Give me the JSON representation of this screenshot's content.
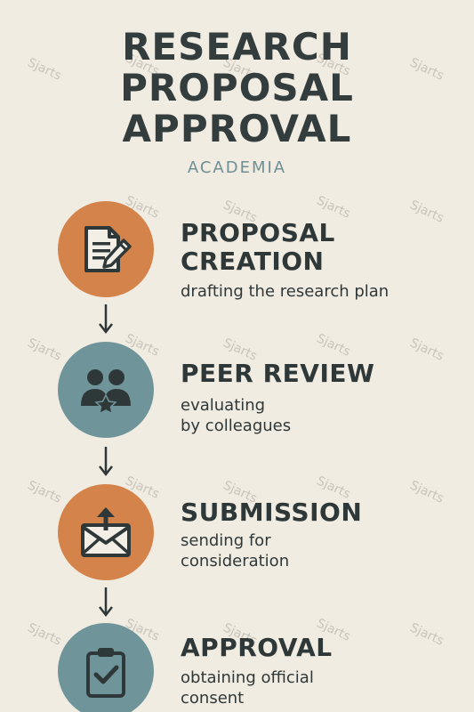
{
  "header": {
    "title_lines": [
      "RESEARCH",
      "PROPOSAL",
      "APPROVAL"
    ],
    "subtitle": "ACADEMIA"
  },
  "colors": {
    "background": "#f1ece2",
    "orange": "#d4844b",
    "teal": "#6f959b",
    "ink": "#2f3838"
  },
  "steps": [
    {
      "icon": "document-pencil-icon",
      "title_lines": [
        "PROPOSAL",
        "CREATION"
      ],
      "desc_lines": [
        "drafting the research plan"
      ]
    },
    {
      "icon": "people-star-icon",
      "title_lines": [
        "PEER REVIEW"
      ],
      "desc_lines": [
        "evaluating",
        "by colleagues"
      ]
    },
    {
      "icon": "envelope-upload-icon",
      "title_lines": [
        "SUBMISSION"
      ],
      "desc_lines": [
        "sending for",
        "consideration"
      ]
    },
    {
      "icon": "clipboard-check-icon",
      "title_lines": [
        "APPROVAL"
      ],
      "desc_lines": [
        "obtaining official",
        "consent"
      ]
    }
  ],
  "watermark": "Sjarts"
}
